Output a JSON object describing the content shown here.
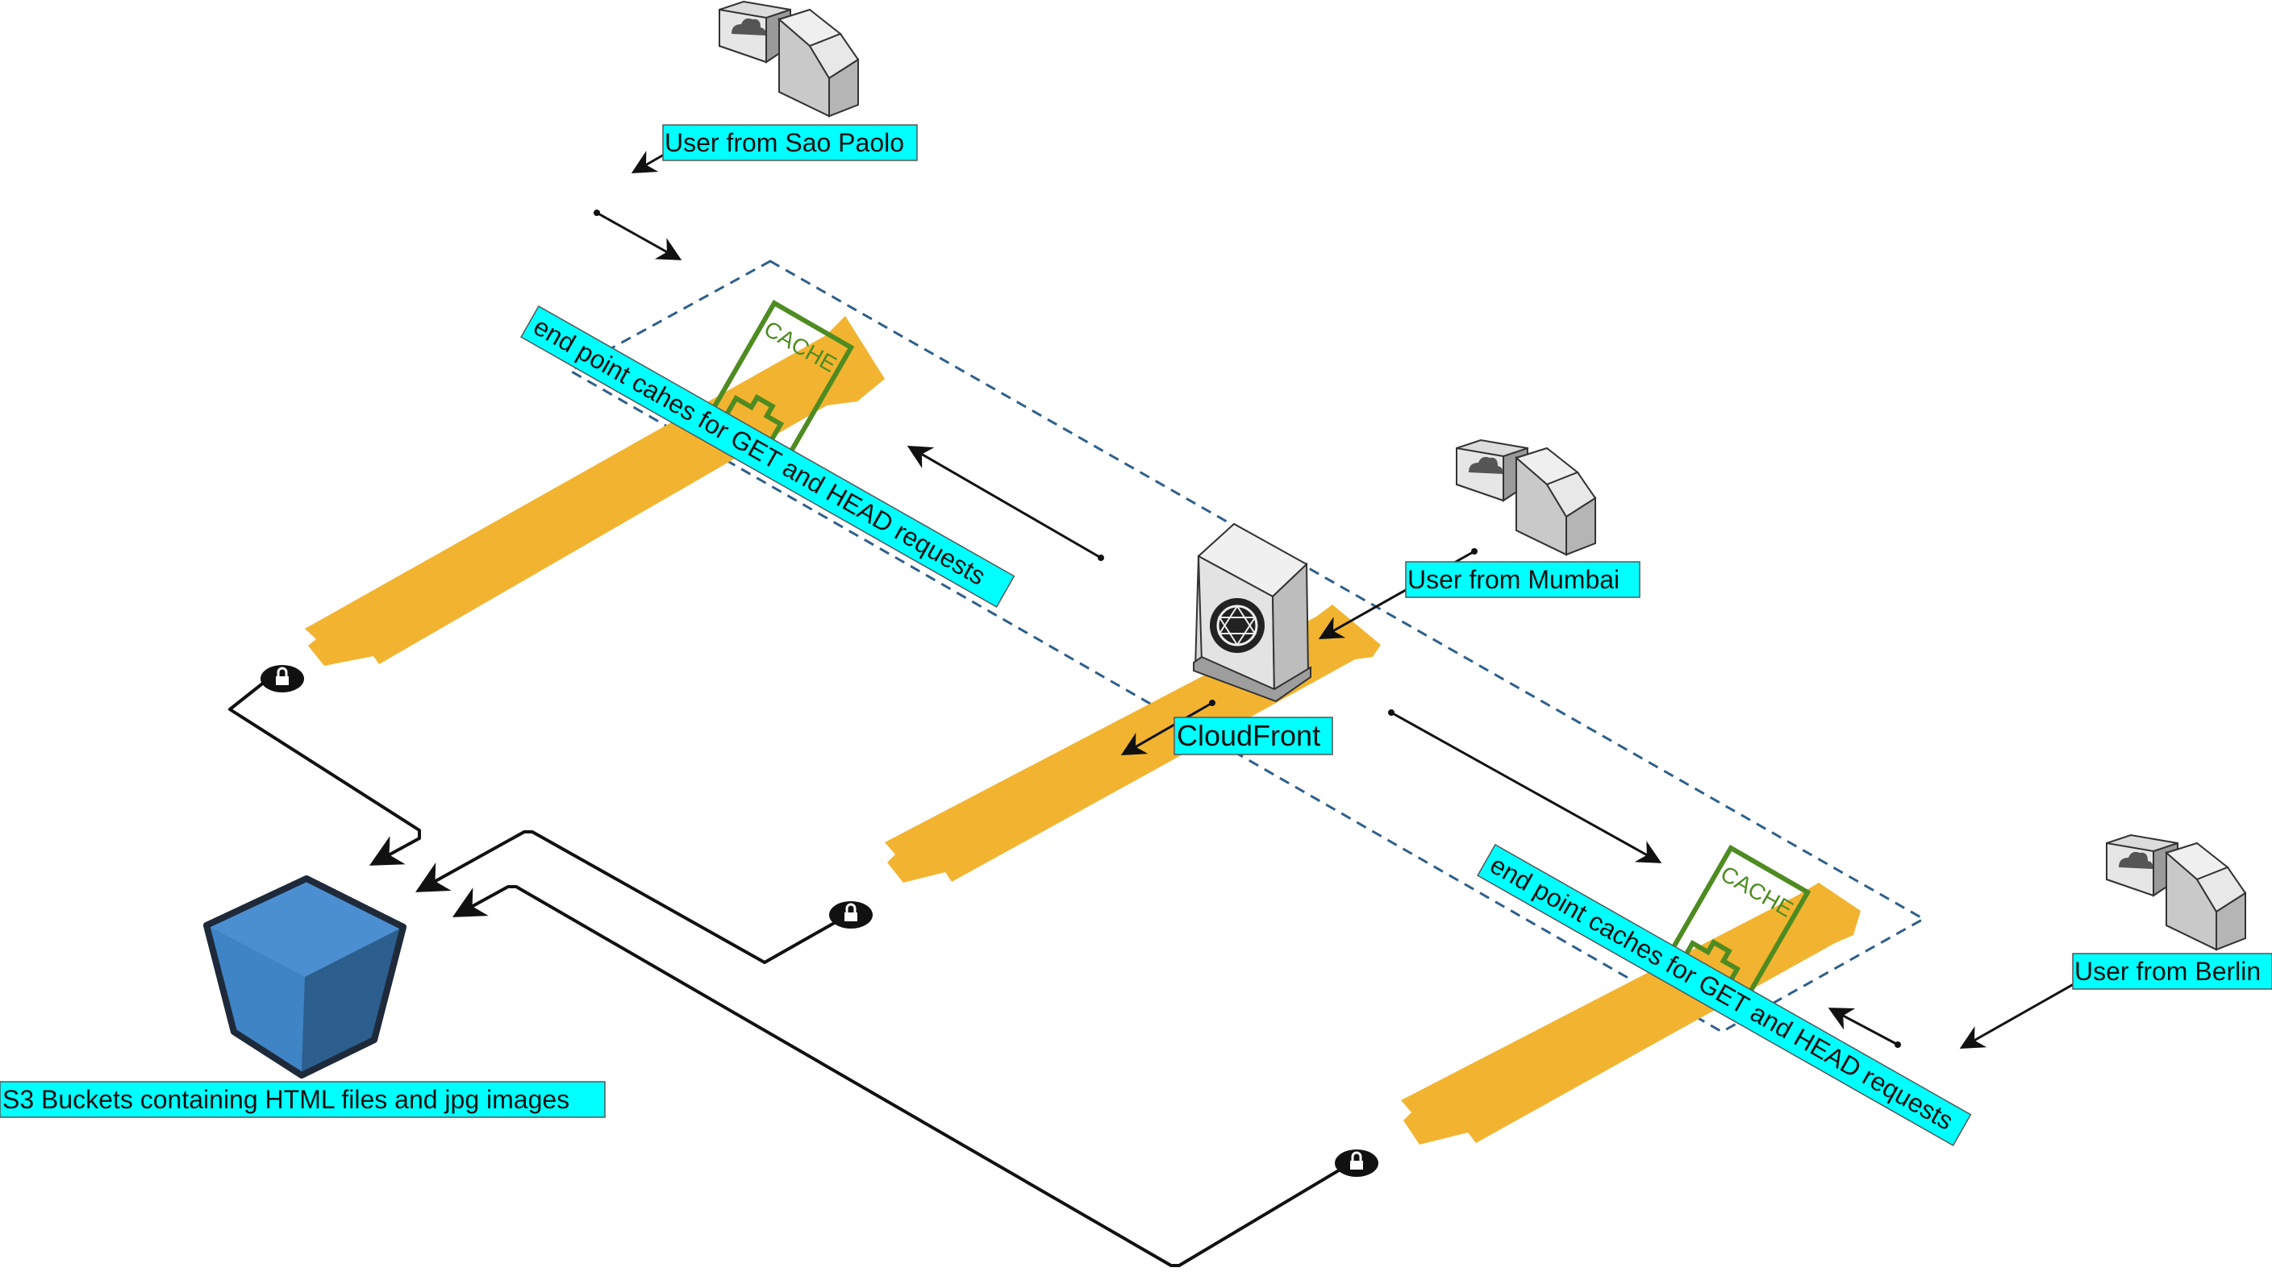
{
  "labels": {
    "user_sao_paolo": "User from Sao Paolo",
    "user_mumbai": "User from  Mumbai",
    "user_berlin": "User from Berlin",
    "cloudfront": "CloudFront",
    "s3": "S3 Buckets containing HTML files and jpg images",
    "endpoint_top": "end point cahes for GET and HEAD requests",
    "endpoint_bottom": "end point caches for GET and HEAD requests",
    "cache_top": "CACHE",
    "cache_bottom": "CACHE"
  },
  "colors": {
    "label_bg": "#00FFFF",
    "flow_arrow": "#F2B430",
    "cache_stroke": "#4E8B21",
    "dashed_border": "#2E5F8A",
    "s3_blue": "#3F84C4",
    "s3_dark": "#2C5E8E"
  },
  "icons": {
    "user_client": "client-device-icon",
    "cloudfront": "cloudfront-server-icon",
    "s3": "s3-bucket-icon",
    "lock": "lock-icon"
  }
}
